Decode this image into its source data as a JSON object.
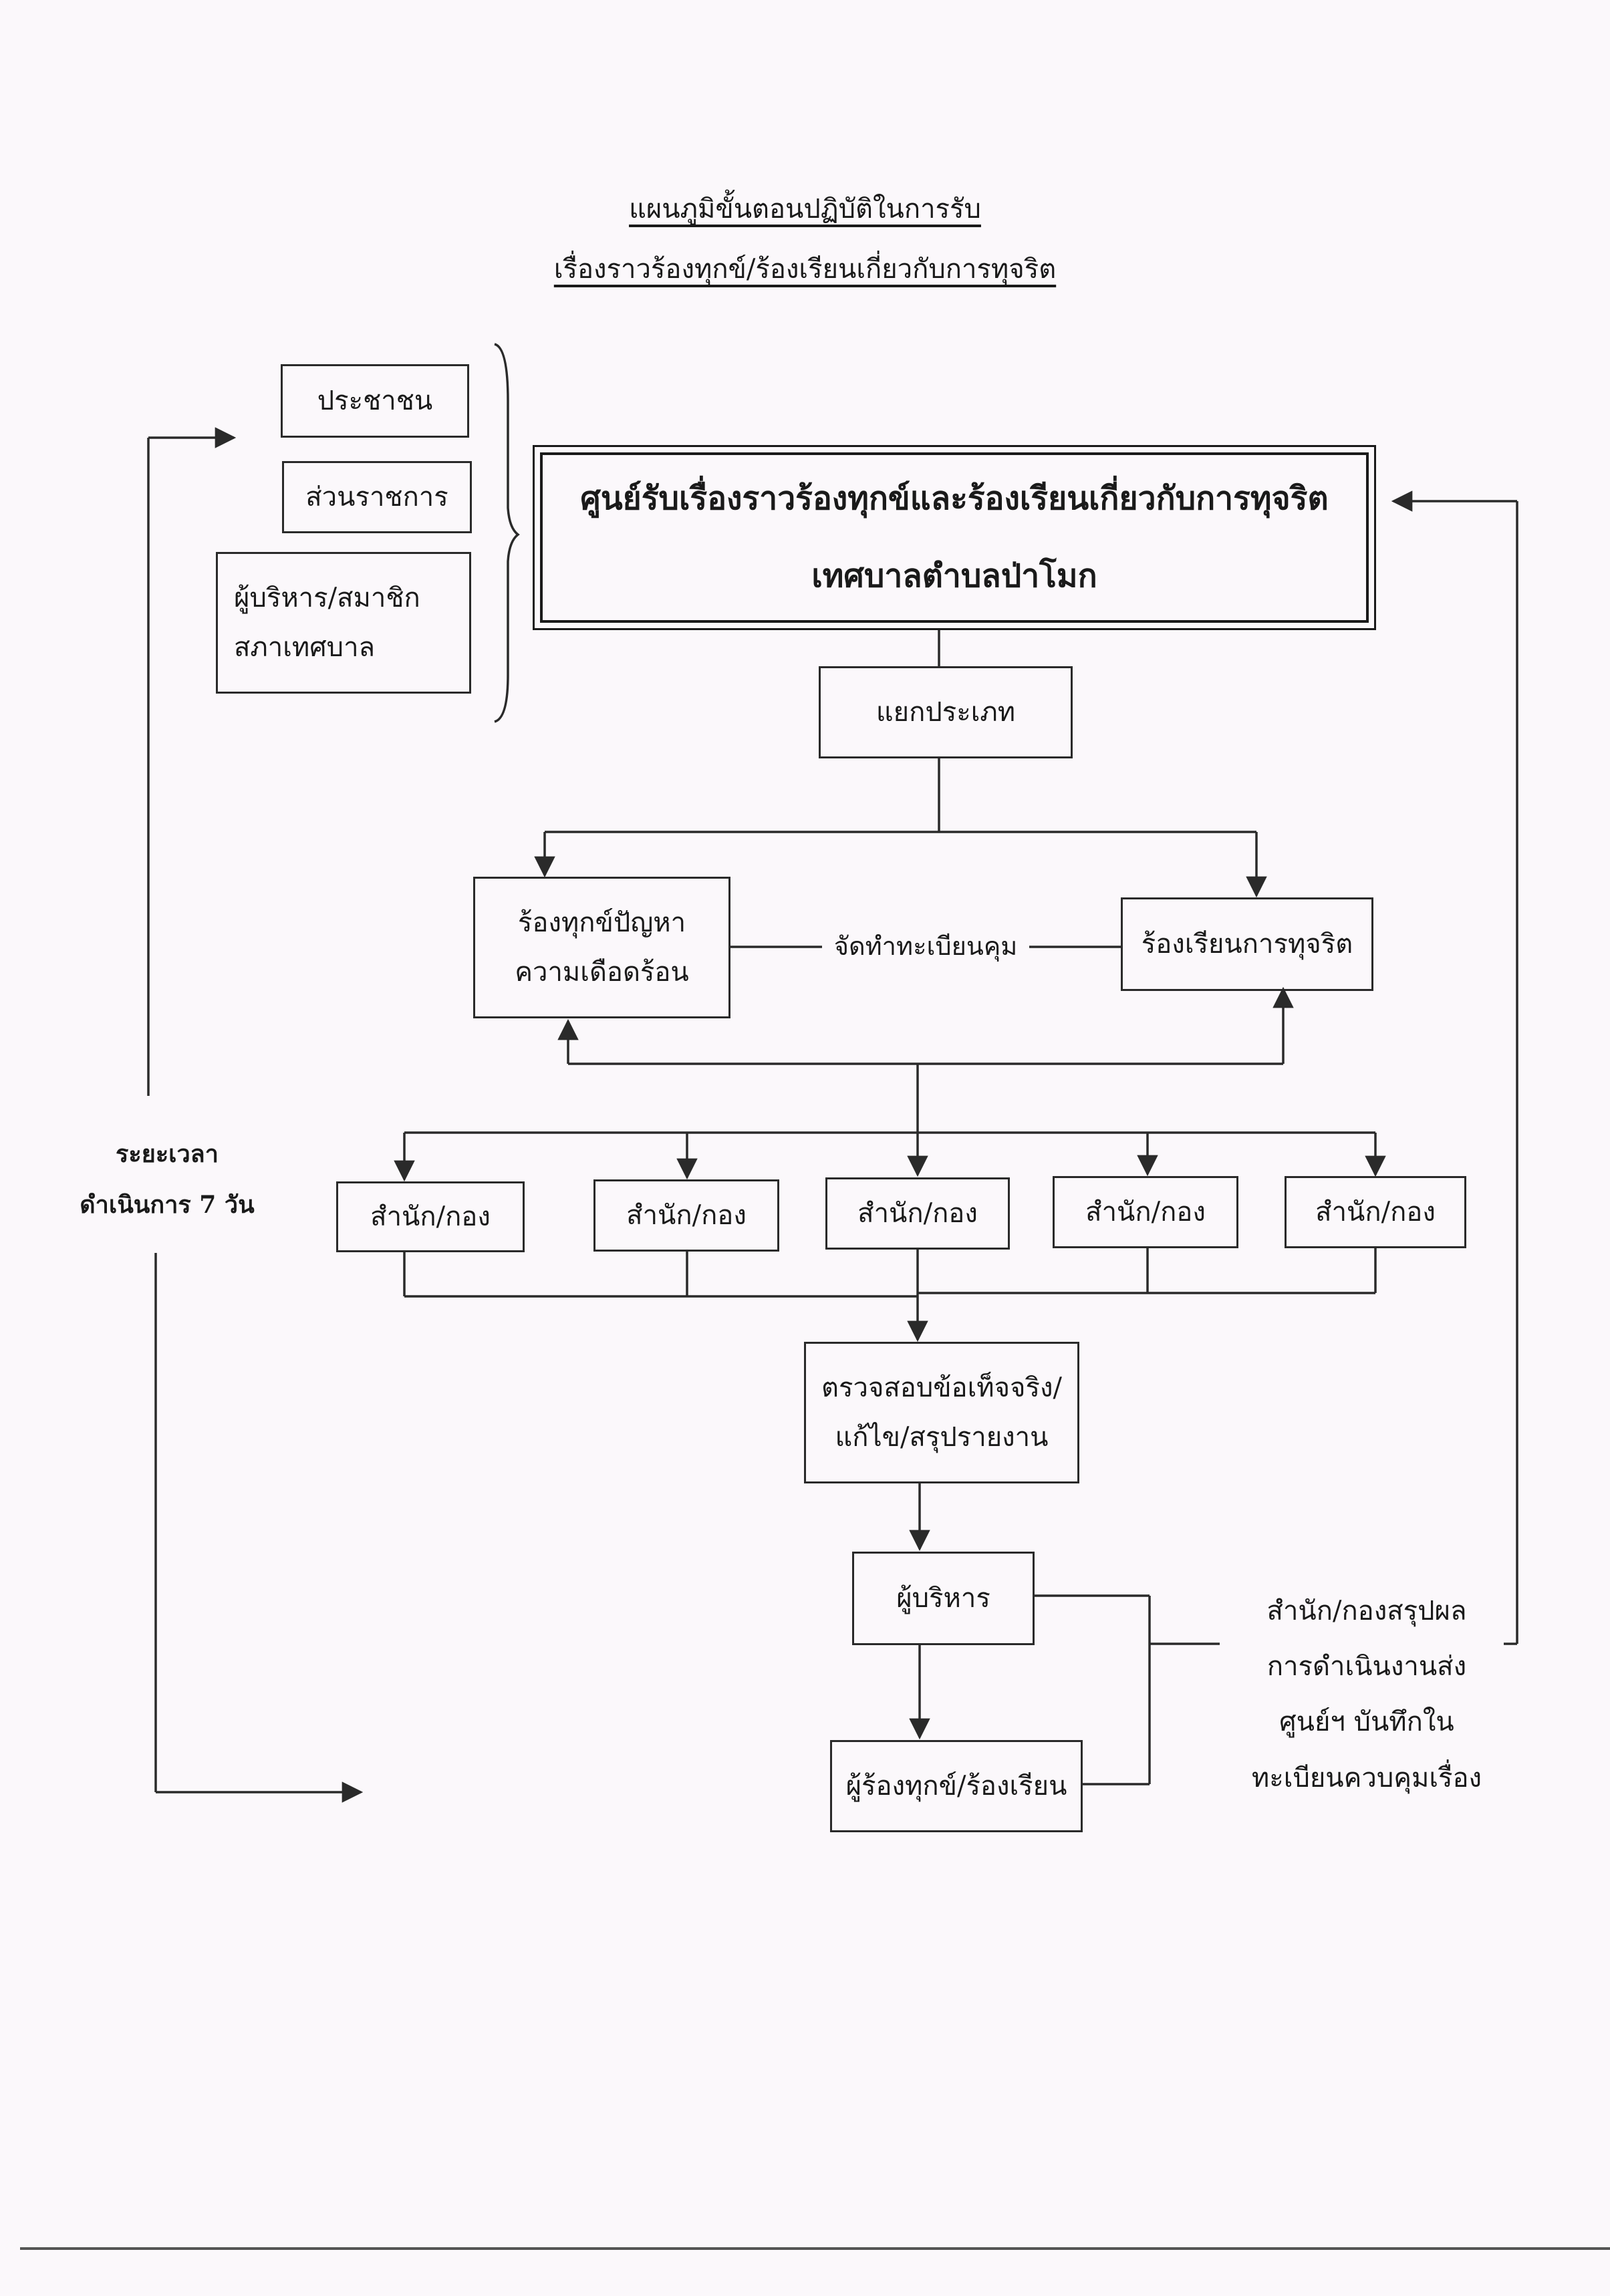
{
  "title": {
    "line1": "แผนภูมิขั้นตอนปฏิบัติในการรับ",
    "line2": "เรื่องราวร้องทุกข์/ร้องเรียนเกี่ยวกับการทุจริต"
  },
  "sources": {
    "people": "ประชาชน",
    "government": "ส่วนราชการ",
    "council_line1": "ผู้บริหาร/สมาชิก",
    "council_line2": "สภาเทศบาล"
  },
  "center": {
    "line1": "ศูนย์รับเรื่องราวร้องทุกข์และร้องเรียนเกี่ยวกับการทุจริต",
    "line2": "เทศบาลตำบลป่าโมก"
  },
  "classify": "แยกประเภท",
  "complaint": {
    "line1": "ร้องทุกข์ปัญหา",
    "line2": "ความเดือดร้อน"
  },
  "register": "จัดทำทะเบียนคุม",
  "corruption": "ร้องเรียนการทุจริต",
  "divisions": [
    "สำนัก/กอง",
    "สำนัก/กอง",
    "สำนัก/กอง",
    "สำนัก/กอง",
    "สำนัก/กอง"
  ],
  "verify": {
    "line1": "ตรวจสอบข้อเท็จจริง/",
    "line2": "แก้ไข/สรุปรายงาน"
  },
  "executive": "ผู้บริหาร",
  "complainant": "ผู้ร้องทุกข์/ร้องเรียน",
  "timeframe": {
    "line1": "ระยะเวลา",
    "line2": "ดำเนินการ 7 วัน"
  },
  "summary": {
    "line1": "สำนัก/กองสรุปผล",
    "line2": "การดำเนินงานส่ง",
    "line3": "ศูนย์ฯ บันทึกใน",
    "line4": "ทะเบียนควบคุมเรื่อง"
  }
}
